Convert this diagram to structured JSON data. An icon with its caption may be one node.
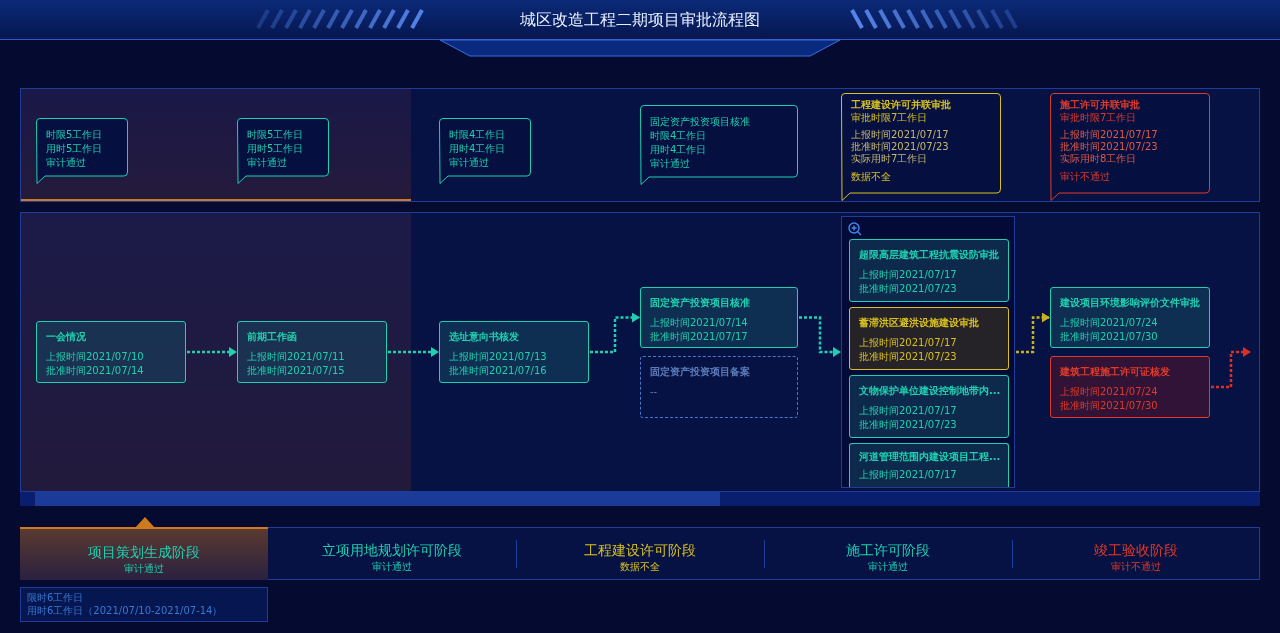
{
  "diagram": {
    "title": "城区改造工程二期项目审批流程图",
    "nodes": [
      {
        "text": [
          "时限5工作日",
          "用时5工作日",
          "审计通过"
        ]
      },
      {
        "text": [
          "时限5工作日",
          "用时5工作日",
          "审计通过"
        ]
      },
      {
        "text": [
          "时限4工作日",
          "用时4工作日",
          "审计通过"
        ]
      },
      {
        "text": [
          "固定资产投资项目核准",
          "时限4工作日",
          "用时4工作日",
          "审计通过"
        ]
      },
      {
        "text": [
          "工程建设许可并联审批",
          "审批时限7工作日",
          "上报时间2021/07/17",
          "批准时间2021/07/23",
          "实际用时7工作日",
          "数据不全"
        ]
      },
      {
        "text": [
          "施工许可并联审批",
          "审批时限7工作日",
          "上报时间2021/07/17",
          "批准时间2021/07/23",
          "实际用时8工作日",
          "审计不通过"
        ]
      },
      {
        "text": [
          "一会情况",
          "上报时间2021/07/10",
          "批准时间2021/07/14"
        ]
      },
      {
        "text": [
          "前期工作函",
          "上报时间2021/07/11",
          "批准时间2021/07/15"
        ]
      },
      {
        "text": [
          "选址意向书核发",
          "上报时间2021/07/13",
          "批准时间2021/07/16"
        ]
      },
      {
        "text": [
          "固定资产投资项目核准",
          "上报时间2021/07/14",
          "批准时间2021/07/17"
        ]
      },
      {
        "text": [
          "固定资产投资项目备案",
          "--"
        ]
      },
      {
        "text": [],
        "shape": "box"
      },
      {
        "text": [
          "超限高层建筑工程抗震设防审批",
          "上报时间2021/07/17",
          "批准时间2021/07/23"
        ],
        "in": 11
      },
      {
        "text": [
          "蓄滞洪区避洪设施建设审批",
          "上报时间2021/07/17",
          "批准时间2021/07/23"
        ],
        "in": 11
      },
      {
        "text": [
          "文物保护单位建设控制地带内...",
          "上报时间2021/07/17",
          "批准时间2021/07/23"
        ],
        "in": 11
      },
      {
        "text": [
          "河道管理范围内建设项目工程...",
          "上报时间2021/07/17"
        ],
        "in": 11
      },
      {
        "text": [
          "建设项目环境影响评价文件审批",
          "上报时间2021/07/24",
          "批准时间2021/07/30"
        ]
      },
      {
        "text": [
          "建筑工程施工许可证核发",
          "上报时间2021/07/24",
          "批准时间2021/07/30"
        ]
      },
      {
        "text": [
          "项目策划生成阶段",
          "审计通过"
        ]
      },
      {
        "text": [
          "立项用地规划许可阶段",
          "审计通过"
        ]
      },
      {
        "text": [
          "工程建设许可阶段",
          "数据不全"
        ]
      },
      {
        "text": [
          "施工许可阶段",
          "审计通过"
        ]
      },
      {
        "text": [
          "竣工验收阶段",
          "审计不通过"
        ]
      },
      {
        "text": [
          "限时6工作日",
          "用时6工作日（2021/07/10-2021/07-14）"
        ]
      }
    ],
    "edges": [
      {
        "from": 6,
        "to": 7,
        "arrow": "to"
      },
      {
        "from": 7,
        "to": 8,
        "arrow": "to"
      },
      {
        "from": 8,
        "to": 9,
        "arrow": "to"
      },
      {
        "from": 9,
        "to": 11,
        "arrow": "to"
      },
      {
        "from": 11,
        "to": 16,
        "arrow": "to",
        "color": "#c8b020"
      },
      {
        "from": 17,
        "to": null,
        "arrow": "to",
        "color": "#d83028"
      }
    ]
  }
}
